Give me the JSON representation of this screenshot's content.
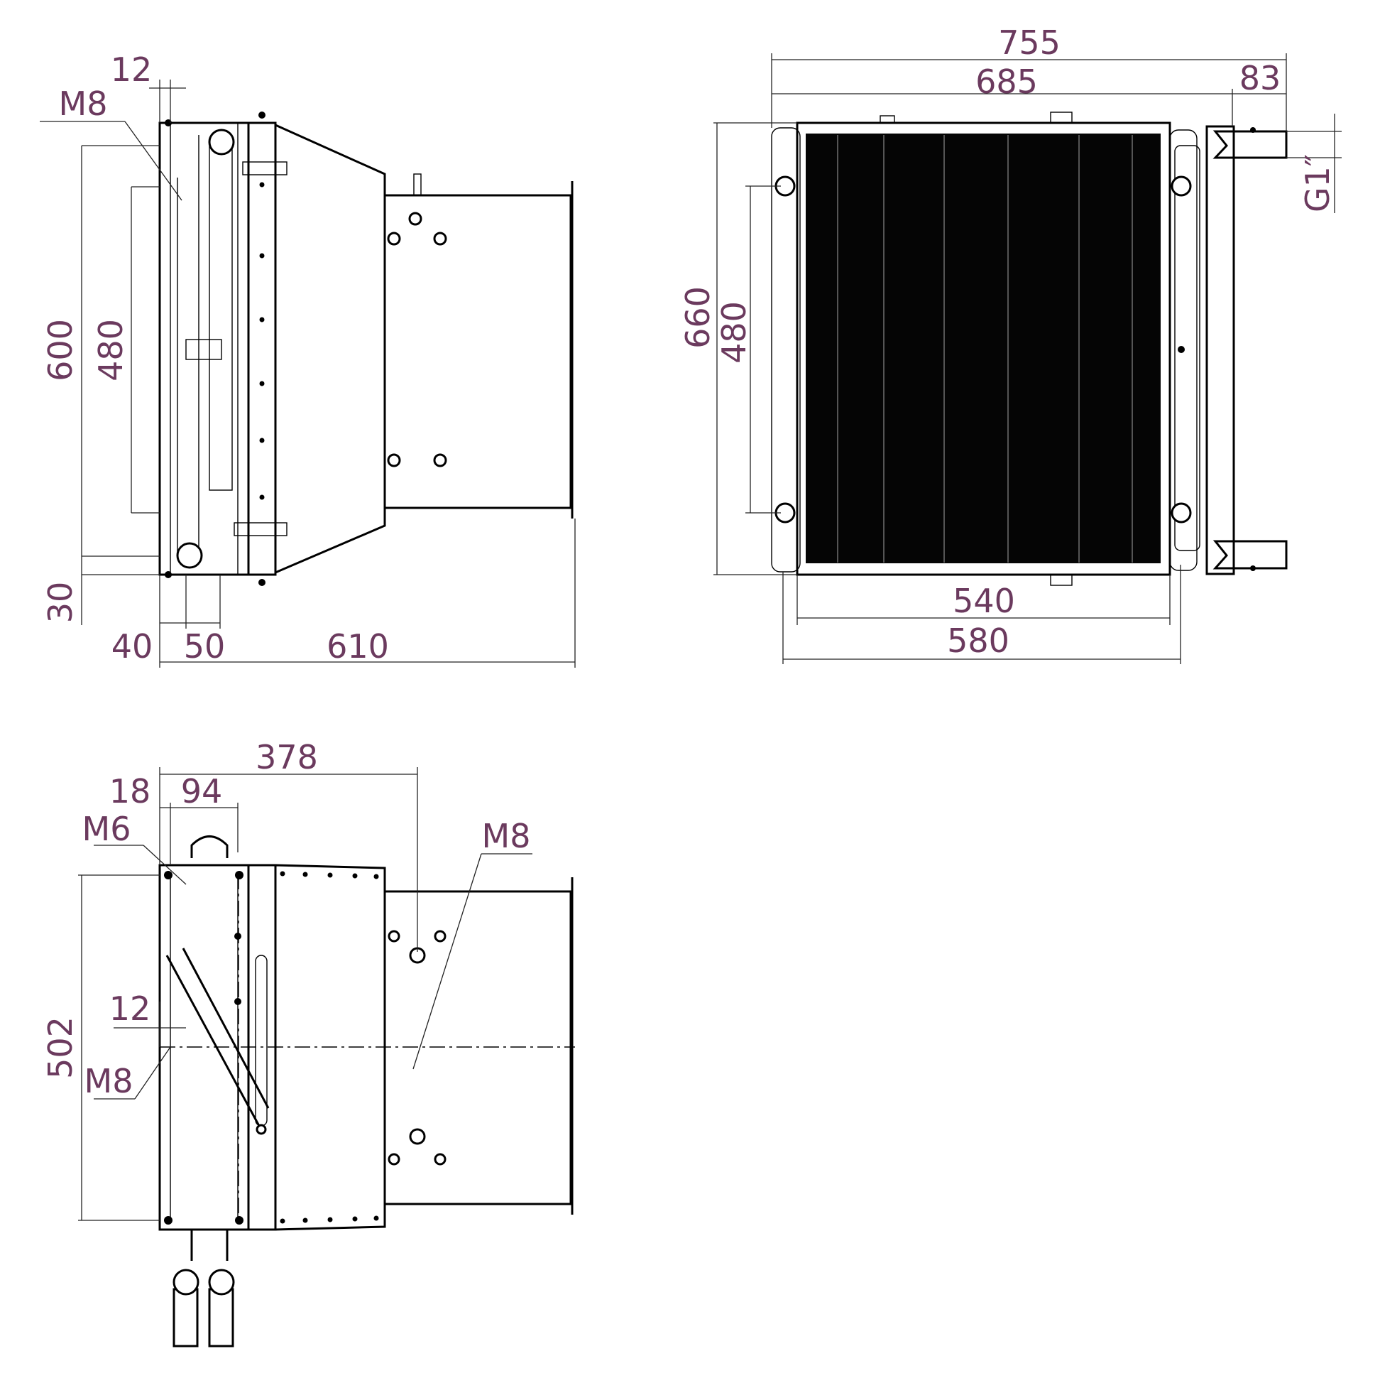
{
  "colors": {
    "dimension_text": "#6b3a5e",
    "lines": "#000000",
    "coil_fill": "#050505"
  },
  "side_view": {
    "dims": {
      "top_offset": "12",
      "height_total": "600",
      "height_inner": "480",
      "bottom_offset": "30",
      "depth_40": "40",
      "depth_50": "50",
      "length": "610"
    },
    "thread": "M8"
  },
  "front_view": {
    "dims": {
      "width_total": "755",
      "width_coil": "685",
      "connection": "83",
      "height_total": "660",
      "height_inner": "480",
      "width_540": "540",
      "width_580": "580"
    },
    "pipe_thread": "G1″"
  },
  "top_view": {
    "dims": {
      "length_378": "378",
      "offset_18": "18",
      "width_94": "94",
      "height_502": "502",
      "offset_12": "12"
    },
    "threads": {
      "m6": "M6",
      "m8_right": "M8",
      "m8_left": "M8"
    }
  }
}
